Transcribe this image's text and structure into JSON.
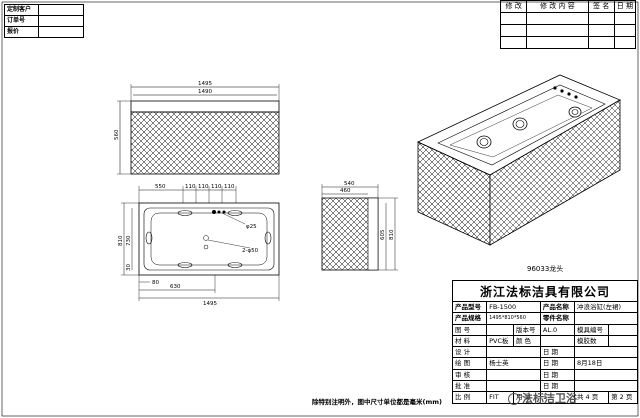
{
  "customer_block": {
    "rows": [
      "定制客户",
      "订单号",
      "报价"
    ]
  },
  "revision_table": {
    "headers": [
      "修 改",
      "修 改 内 容",
      "签 名",
      "日 期"
    ]
  },
  "front_view": {
    "dim_outer": "1495",
    "dim_inner": "1490",
    "dim_height": "560"
  },
  "top_view": {
    "dim_550": "550",
    "dim_110": [
      "110",
      "110",
      "110",
      "110"
    ],
    "dim_phi25": "φ25",
    "dim_phi50": "2-φ50",
    "dim_810": "810",
    "dim_730": "730",
    "dim_80": "80",
    "dim_30": "30",
    "dim_630": "630",
    "dim_bottom": "1495"
  },
  "side_view": {
    "dim_540": "540",
    "dim_460": "460",
    "dim_605": "605",
    "dim_810": "810"
  },
  "faucet_ref": "96033龙头",
  "title_block": {
    "company": "浙江法标洁具有限公司",
    "rows": [
      [
        "产品型号",
        "FB-1500",
        "产品名称",
        "冲浪浴缸(左裙)"
      ],
      [
        "产品规格",
        "1495*810*560",
        "零件名称",
        ""
      ],
      [
        "图 号",
        "",
        "版本号",
        "AL.0",
        "模具编号",
        ""
      ],
      [
        "材 料",
        "PVC板",
        "颜 色",
        "",
        "模胶数",
        ""
      ],
      [
        "设 计",
        "",
        "日 期",
        ""
      ],
      [
        "绘 图",
        "杨士英",
        "日 期",
        "",
        "8月18日"
      ],
      [
        "审 核",
        "",
        "日 期",
        ""
      ],
      [
        "批 准",
        "",
        "日 期",
        ""
      ],
      [
        "比 例",
        "FIT",
        "用 量",
        "1",
        "共 4 页",
        "第 2 页"
      ]
    ]
  },
  "note": "除特别注明外，图中尺寸单位都是毫米(mm)",
  "watermark": "法标洁卫浴"
}
